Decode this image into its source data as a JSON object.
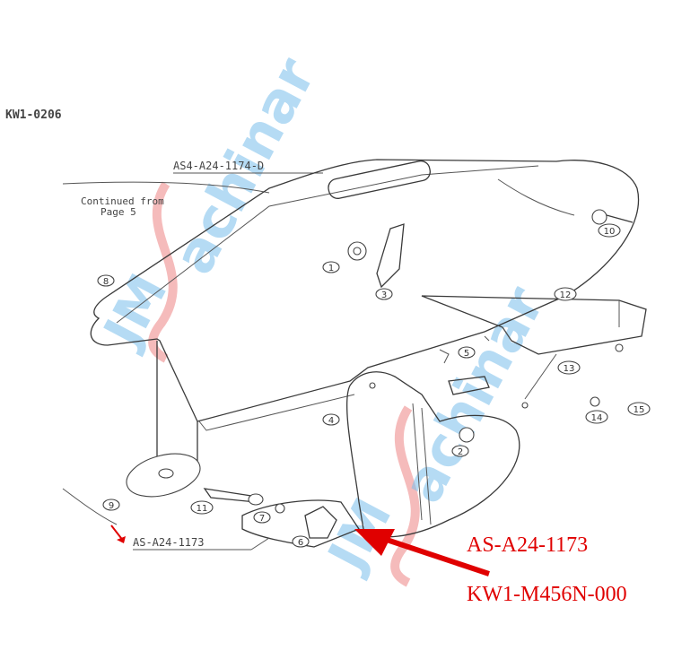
{
  "doc_code": "KW1-0206",
  "top_assembly": "AS4-A24-1174-D",
  "continued_line1": "Continued from",
  "continued_line2": "Page 5",
  "bottom_assembly": "AS-A24-1173",
  "callout_1": "AS-A24-1173",
  "callout_2": "KW1-M456N-000",
  "part_numbers": [
    "1",
    "2",
    "3",
    "4",
    "5",
    "6",
    "7",
    "8",
    "9",
    "10",
    "11",
    "12",
    "13",
    "14",
    "15"
  ],
  "colors": {
    "callout": "#e00000",
    "watermark_blue": "#4aa8e6",
    "watermark_red": "#e85a5a"
  }
}
